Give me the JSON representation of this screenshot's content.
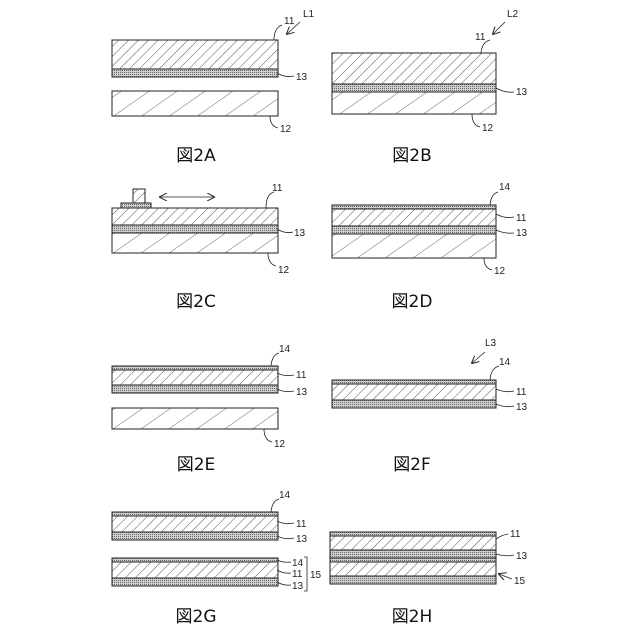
{
  "captions": {
    "a": "図2A",
    "b": "図2B",
    "c": "図2C",
    "d": "図2D",
    "e": "図2E",
    "f": "図2F",
    "g": "図2G",
    "h": "図2H"
  },
  "labels": {
    "n11": "11",
    "n12": "12",
    "n13": "13",
    "n14": "14",
    "n15": "15",
    "L1": "L1",
    "L2": "L2",
    "L3": "L3"
  }
}
